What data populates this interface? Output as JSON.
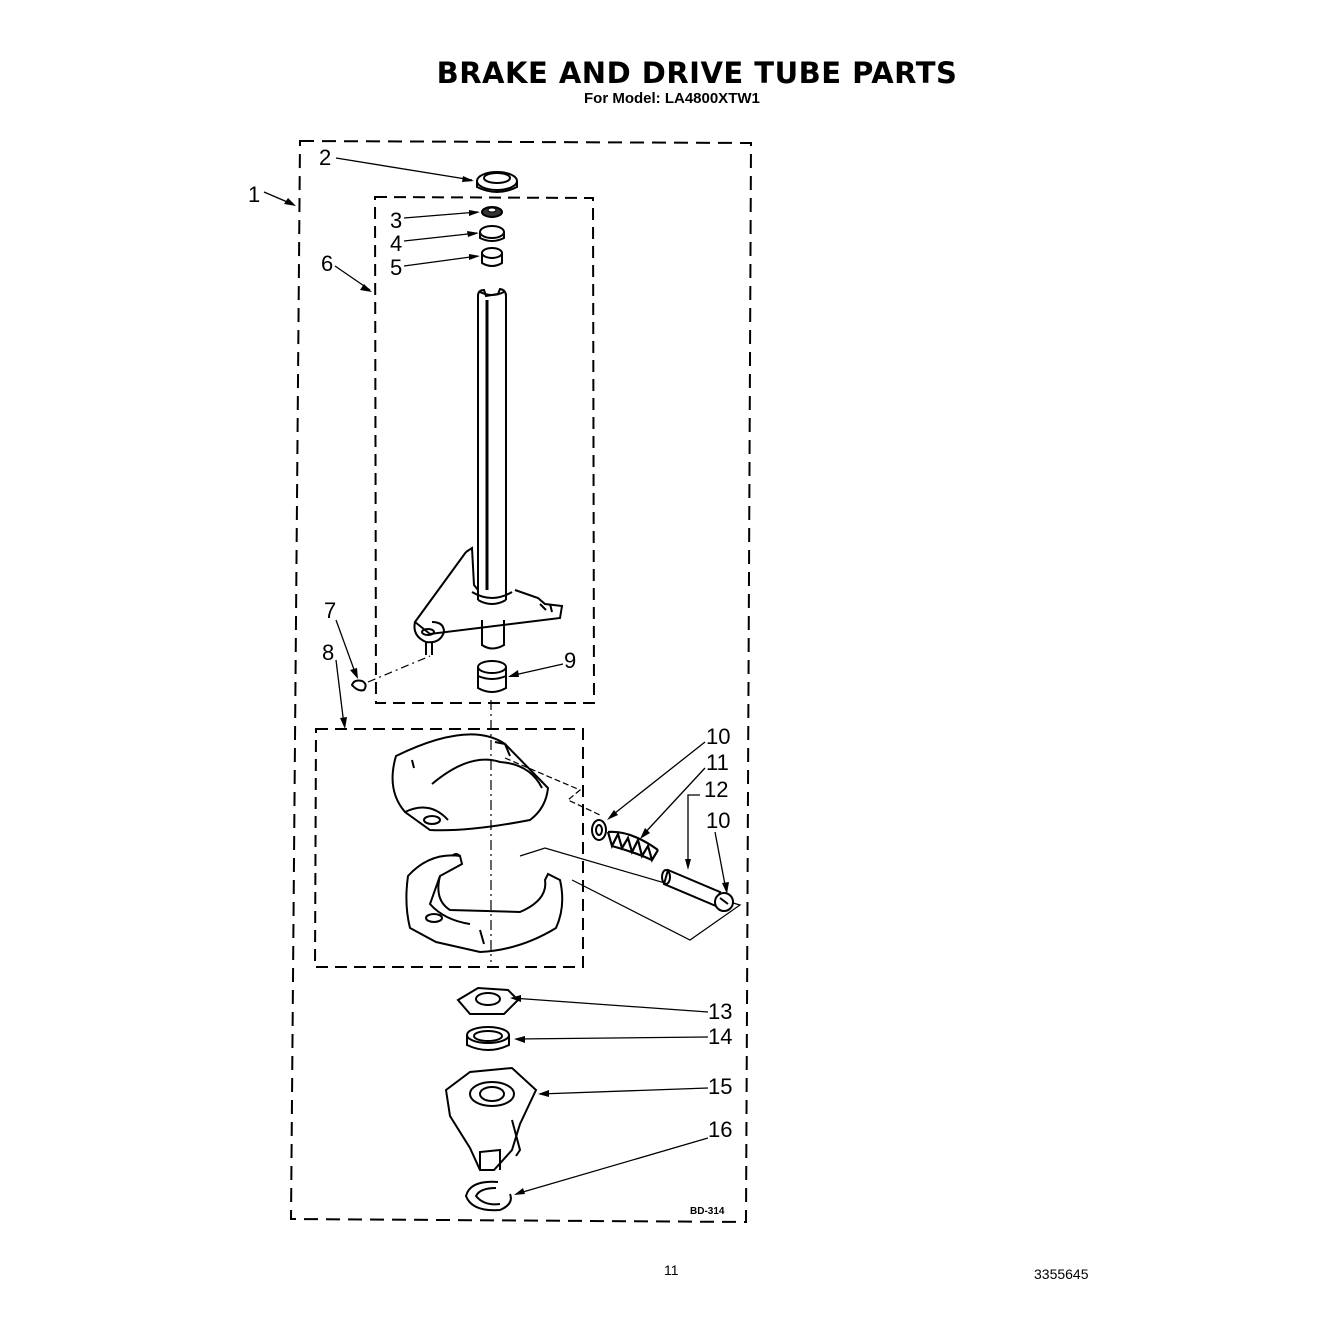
{
  "header": {
    "title": "BRAKE AND DRIVE TUBE PARTS",
    "subtitle": "For Model: LA4800XTW1"
  },
  "diagram": {
    "callouts": [
      "1",
      "2",
      "3",
      "4",
      "5",
      "6",
      "7",
      "8",
      "9",
      "10",
      "11",
      "12",
      "10",
      "13",
      "14",
      "15",
      "16"
    ],
    "figure_code": "BD-314"
  },
  "footer": {
    "page_number": "11",
    "doc_number": "3355645"
  }
}
